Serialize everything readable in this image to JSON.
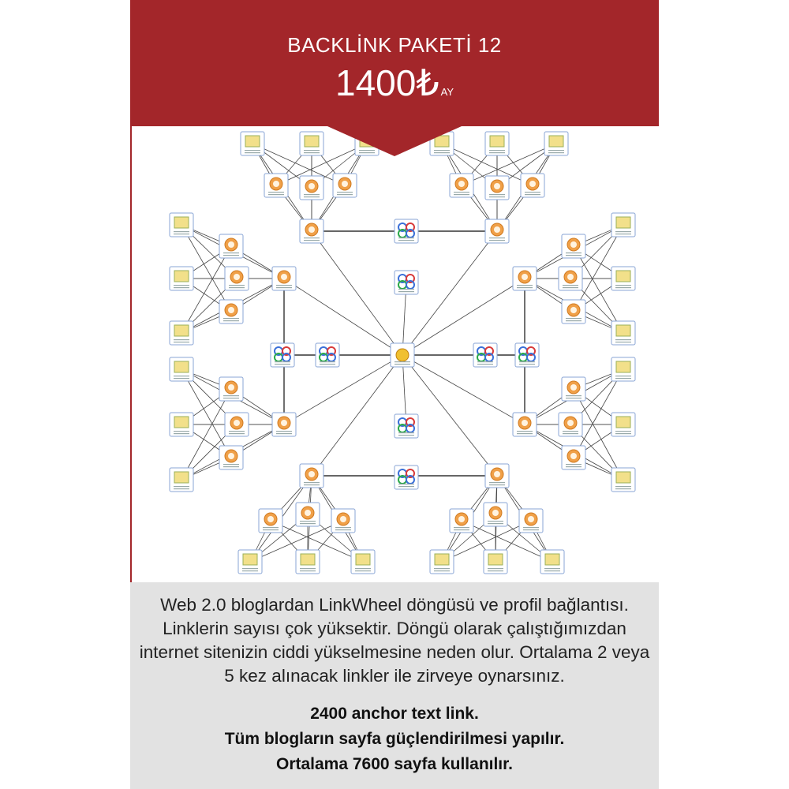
{
  "header": {
    "title": "BACKLİNK PAKETİ 12",
    "price": "1400₺",
    "period": "AY",
    "accent_color": "#a3262a"
  },
  "diagram": {
    "icons": {
      "hub": "star-hub-icon",
      "wheel": "web20-wheel-icon",
      "blog": "blog-orange-icon",
      "profile": "profile-yellow-icon"
    }
  },
  "info": {
    "description": "Web 2.0 bloglardan LinkWheel döngüsü ve profil bağlantısı. Linklerin sayısı çok yüksektir. Döngü olarak çalıştığımızdan internet sitenizin ciddi yükselmesine neden olur. Ortalama 2 veya 5 kez alınacak linkler ile zirveye oynarsınız.",
    "highlights": [
      "2400 anchor text link.",
      "Tüm blogların sayfa güçlendirilmesi yapılır.",
      "Ortalama 7600 sayfa kullanılır."
    ],
    "background_color": "#e2e2e2"
  }
}
